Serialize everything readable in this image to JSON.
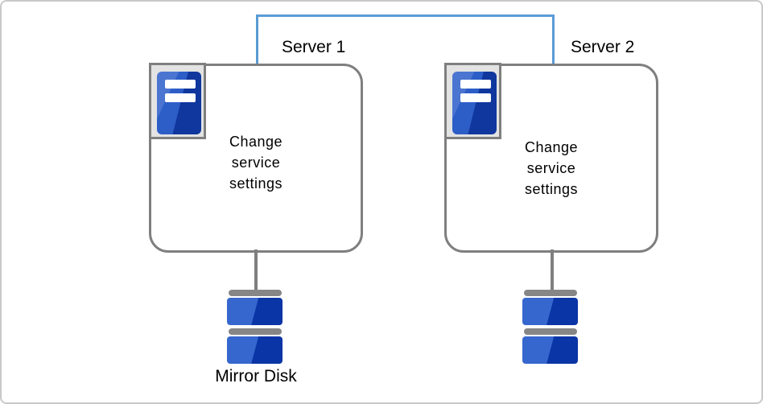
{
  "servers": [
    {
      "label": "Server 1",
      "body": "Change\nservice\nsettings"
    },
    {
      "label": "Server 2",
      "body": "Change\nservice\nsettings"
    }
  ],
  "mirror_disk_label": "Mirror Disk",
  "icons": {
    "server_tower_icon": "blue tower chassis with two white drive slots (css shape)",
    "disk_stack_icon": "two blue platters with gray caps (css shape)"
  },
  "colors": {
    "link_blue": "#5B9BD5",
    "border_gray": "#7F7F7F",
    "icon_bg_gray": "#E3E3E3",
    "tower_blue_light": "#2D5EC8",
    "tower_blue_dark": "#10379E",
    "disk_blue_light": "#3667CE",
    "disk_blue_dark": "#0A35A6",
    "disk_gray": "#868686",
    "canvas_border": "#C9C9C9",
    "text_color": "#000000"
  }
}
